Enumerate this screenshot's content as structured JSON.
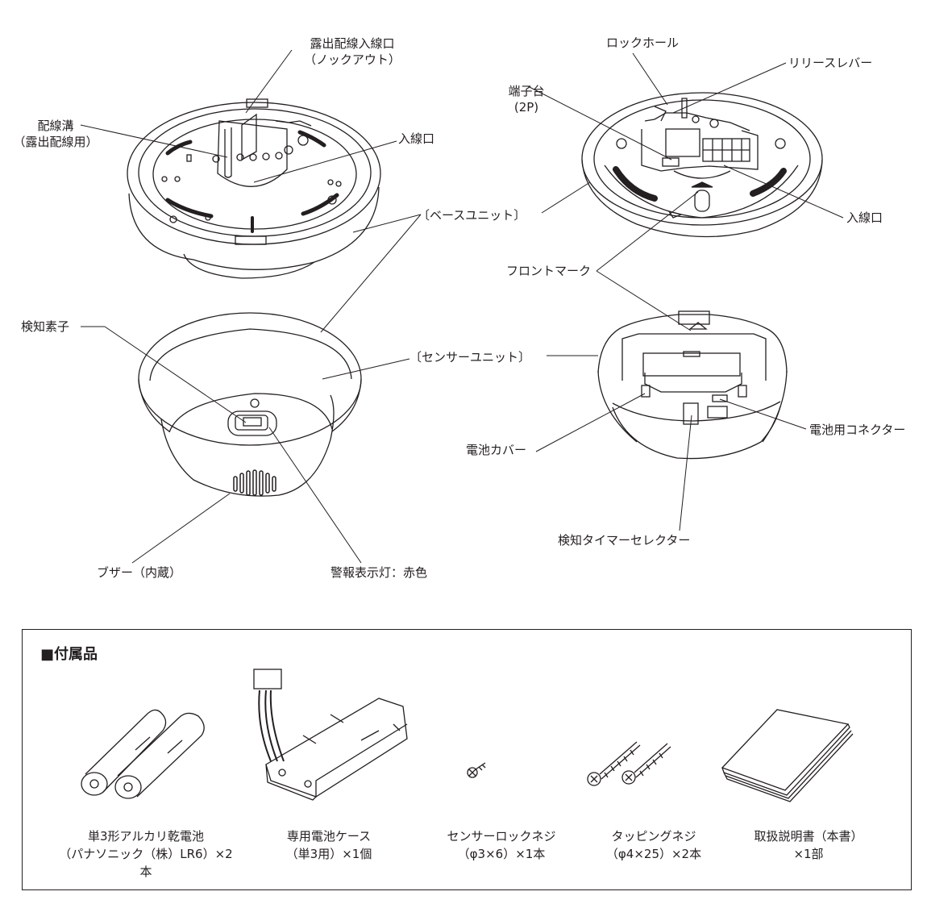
{
  "labels": {
    "knockout_line1": "露出配線入線口",
    "knockout_line2": "（ノックアウト）",
    "wiring_groove_line1": "配線溝",
    "wiring_groove_line2": "（露出配線用）",
    "inlet_left": "入線口",
    "base_unit": "〔ベースユニット〕",
    "detector": "検知素子",
    "sensor_unit": "〔センサーユニット〕",
    "buzzer": "ブザー（内蔵）",
    "alarm_lamp": "警報表示灯：赤色",
    "lock_hole": "ロックホール",
    "release_lever": "リリースレバー",
    "terminal_line1": "端子台",
    "terminal_line2": "(2P)",
    "inlet_right": "入線口",
    "front_mark": "フロントマーク",
    "battery_connector": "電池用コネクター",
    "battery_cover": "電池カバー",
    "timer_selector": "検知タイマーセレクター"
  },
  "accessories": {
    "title": "■付属品",
    "items": [
      {
        "line1": "単3形アルカリ乾電池",
        "line2": "（パナソニック（株）LR6）×2本"
      },
      {
        "line1": "専用電池ケース",
        "line2": "（単3用）×1個"
      },
      {
        "line1": "センサーロックネジ",
        "line2": "（φ3×6）×1本"
      },
      {
        "line1": "タッピングネジ",
        "line2": "（φ4×25）×2本"
      },
      {
        "line1": "取扱説明書（本書）",
        "line2": "×1部"
      }
    ]
  }
}
